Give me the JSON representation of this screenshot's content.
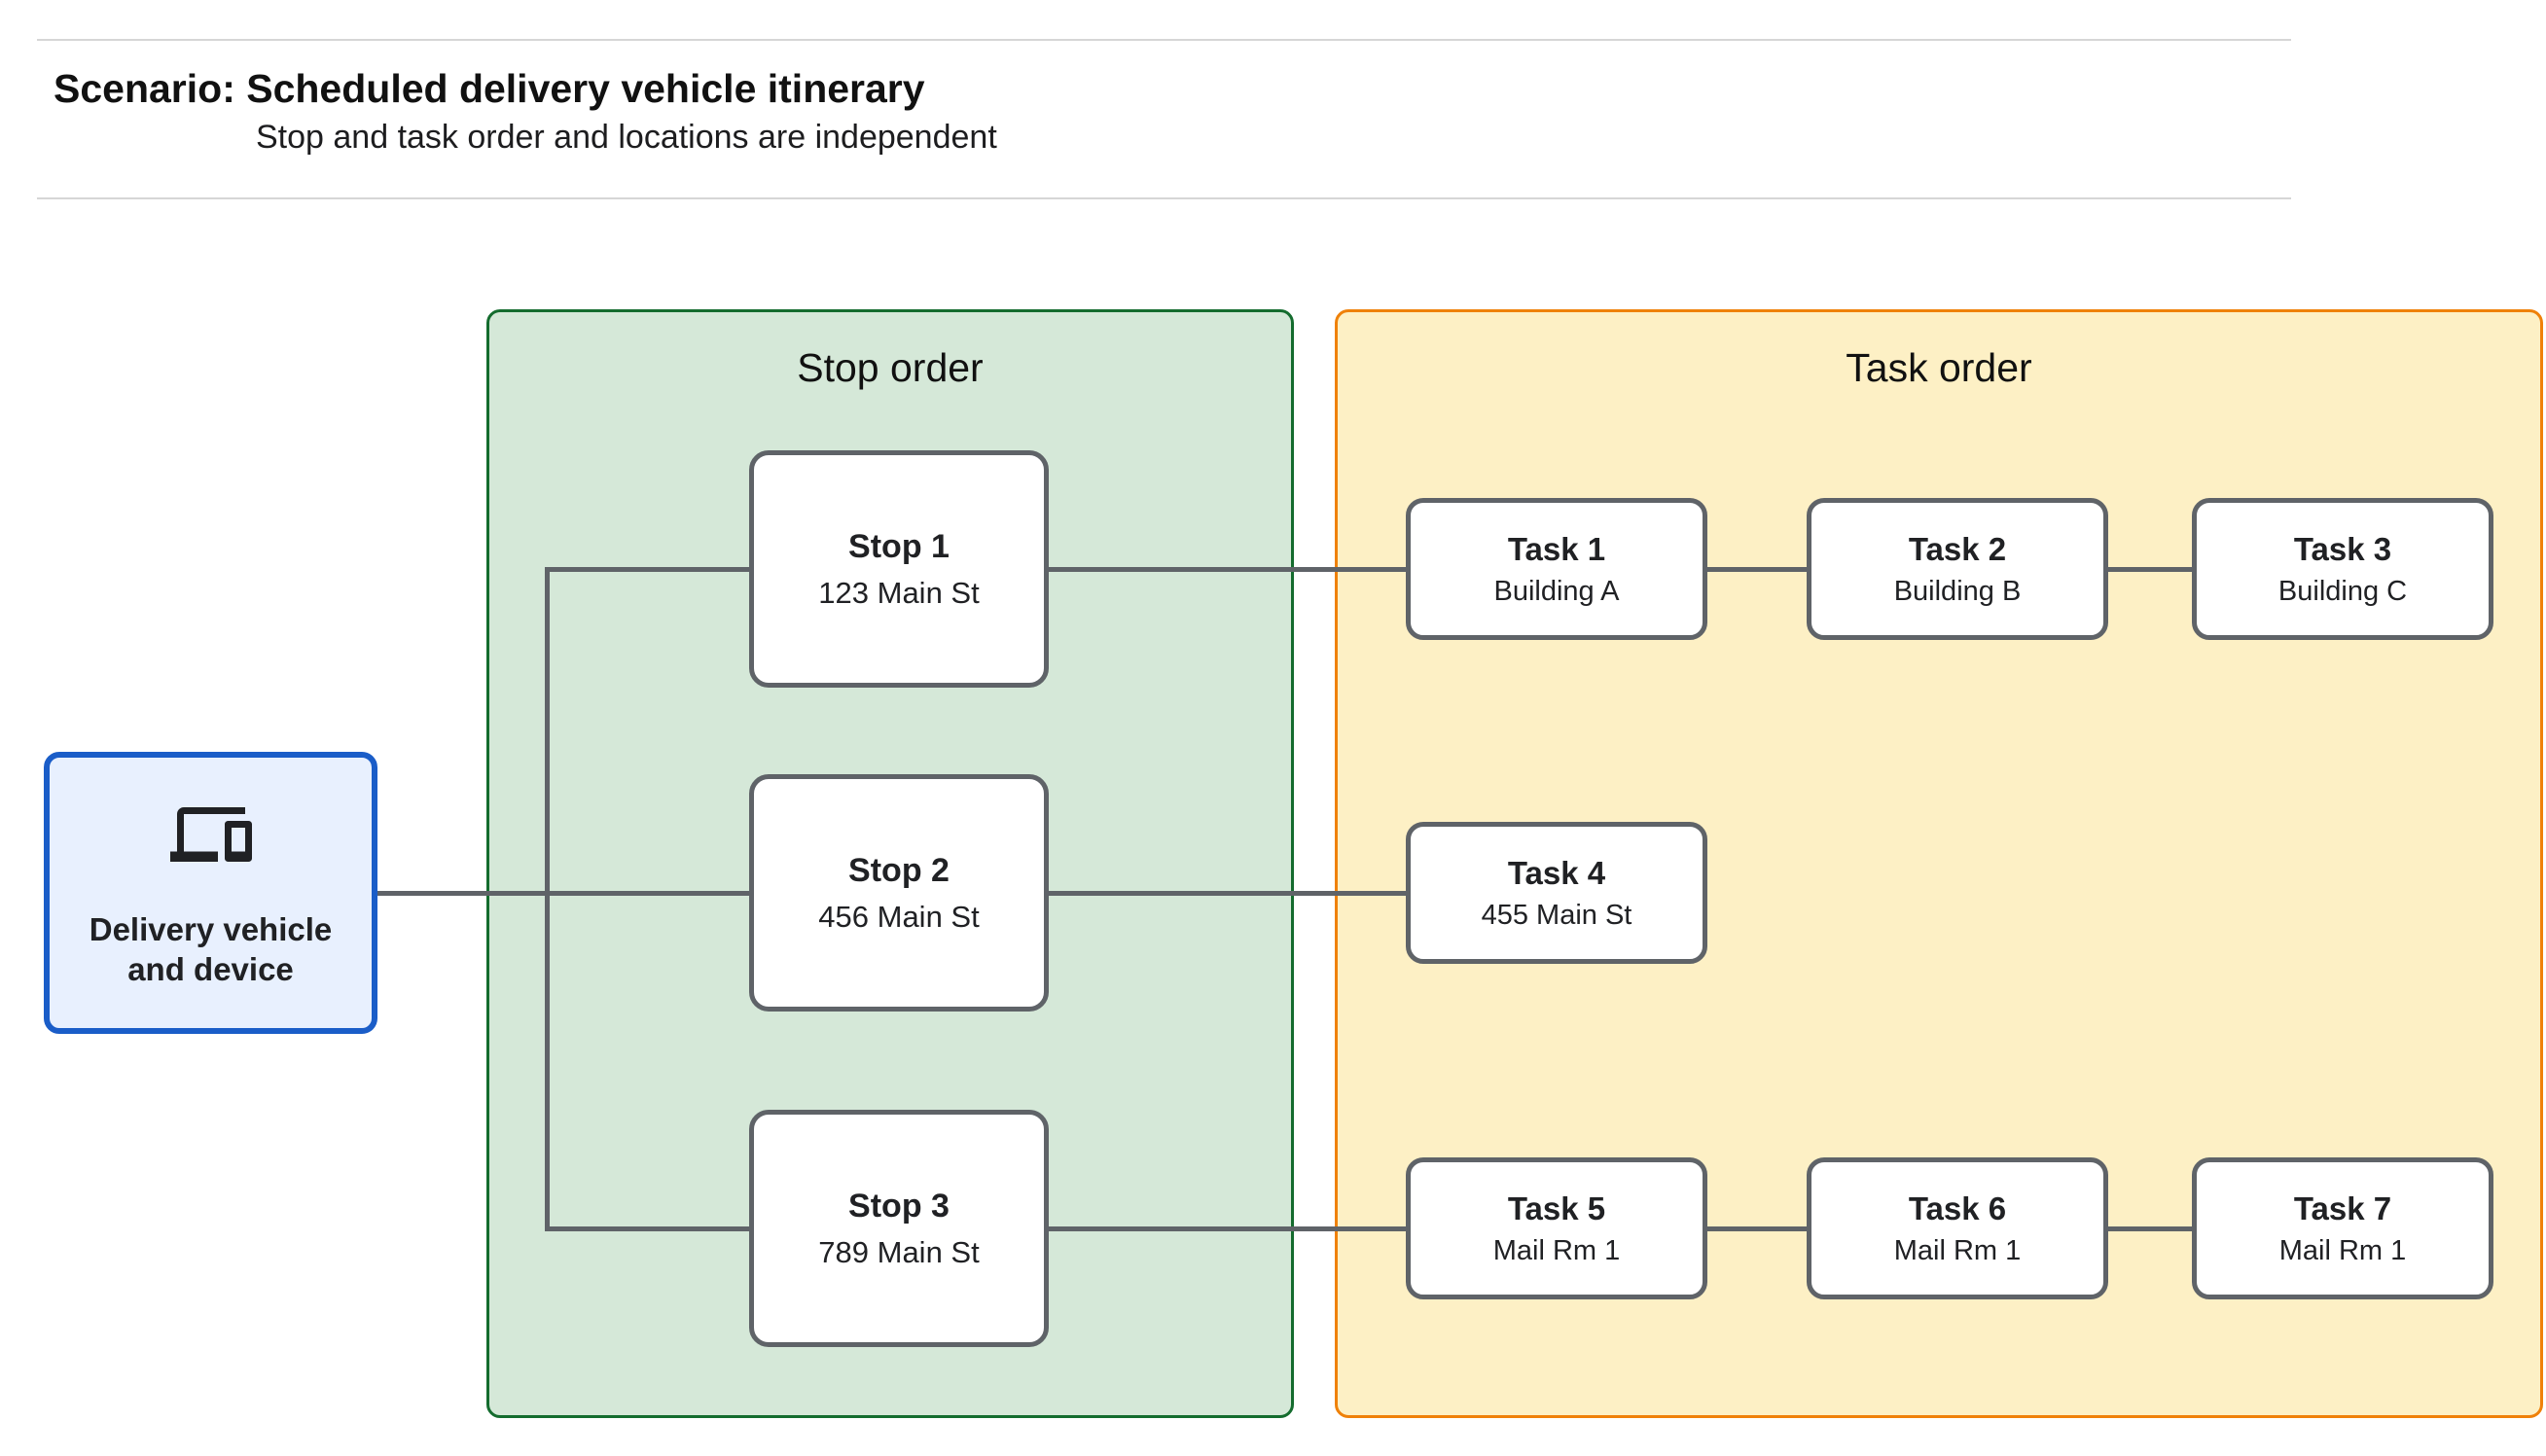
{
  "header": {
    "title": "Scenario: Scheduled delivery vehicle itinerary",
    "subtitle": "Stop and task order and locations are independent"
  },
  "panels": [
    {
      "id": "stop-order",
      "title": "Stop order",
      "fill": "#d5e8d8",
      "border": "#146c2e"
    },
    {
      "id": "task-order",
      "title": "Task order",
      "fill": "#fdf0c5",
      "border": "#ef8109"
    }
  ],
  "source_node": {
    "icon": "devices-icon",
    "label": "Delivery vehicle and device",
    "fill": "#e8f0fe",
    "border": "#1a5dc8"
  },
  "stops": [
    {
      "title": "Stop 1",
      "subtitle": "123 Main St"
    },
    {
      "title": "Stop 2",
      "subtitle": "456 Main St"
    },
    {
      "title": "Stop 3",
      "subtitle": "789 Main St"
    }
  ],
  "tasks": [
    {
      "title": "Task 1",
      "subtitle": "Building A"
    },
    {
      "title": "Task 2",
      "subtitle": "Building B"
    },
    {
      "title": "Task 3",
      "subtitle": "Building C"
    },
    {
      "title": "Task 4",
      "subtitle": "455 Main St"
    },
    {
      "title": "Task 5",
      "subtitle": "Mail Rm 1"
    },
    {
      "title": "Task 6",
      "subtitle": "Mail Rm 1"
    },
    {
      "title": "Task 7",
      "subtitle": "Mail Rm 1"
    }
  ],
  "edges": [
    {
      "from": "delivery-vehicle",
      "to": "stop-1"
    },
    {
      "from": "delivery-vehicle",
      "to": "stop-2"
    },
    {
      "from": "delivery-vehicle",
      "to": "stop-3"
    },
    {
      "from": "stop-1",
      "to": "task-1"
    },
    {
      "from": "task-1",
      "to": "task-2"
    },
    {
      "from": "task-2",
      "to": "task-3"
    },
    {
      "from": "stop-2",
      "to": "task-4"
    },
    {
      "from": "stop-3",
      "to": "task-5"
    },
    {
      "from": "task-5",
      "to": "task-6"
    },
    {
      "from": "task-6",
      "to": "task-7"
    }
  ],
  "colors": {
    "connector": "#5f6368",
    "node_border": "#5f6368",
    "divider": "#d6d6d6",
    "text": "#202124"
  }
}
